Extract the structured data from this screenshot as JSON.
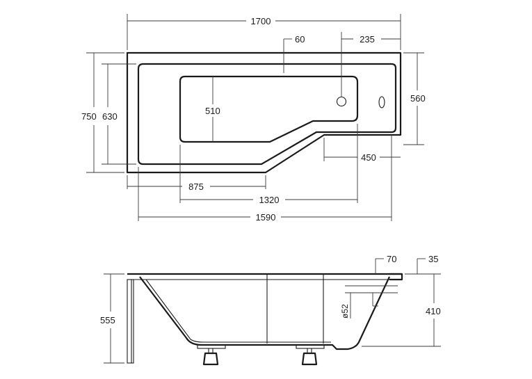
{
  "top_view": {
    "overall_length": "1700",
    "rim_width": "60",
    "drain_offset": "235",
    "overall_width": "750",
    "inner_width": "630",
    "narrow_width": "560",
    "basin_width": "510",
    "narrow_length": "450",
    "wide_length": "875",
    "basin_length": "1320",
    "inner_length": "1590"
  },
  "side_view": {
    "overall_height": "555",
    "rim_ledge": "70",
    "rim_thickness": "35",
    "tub_height": "410",
    "overflow_diameter": "ø52"
  }
}
